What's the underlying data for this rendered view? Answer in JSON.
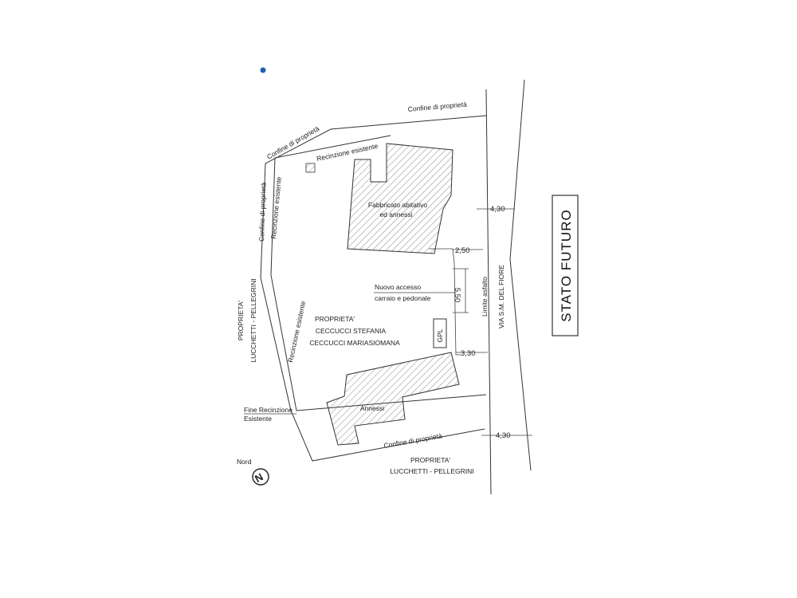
{
  "title": "STATO FUTURO",
  "labels": {
    "confine_top": "Confine di proprietà",
    "confine_nw": "Confine di proprietà",
    "confine_west": "Confine di proprietà",
    "confine_south": "Confine di proprietà",
    "recinzione_north": "Recinzione esistente",
    "recinzione_west1": "Recinzione esistente",
    "recinzione_west2": "Recinzione esistente",
    "fabbricato_line1": "Fabbricato abitativo",
    "fabbricato_line2": "ed annessi",
    "annessi": "Annessi",
    "accesso_line1": "Nuovo accesso",
    "accesso_line2": "carraio e pedonale",
    "gpl": "GPL",
    "limite_asfalto": "Limite asfalto",
    "via": "VIA S.M. DEL FIORE",
    "owner_center_line1": "PROPRIETA'",
    "owner_center_line2": "CECCUCCI STEFANIA",
    "owner_center_line3": "CECCUCCI MARIASIOMANA",
    "owner_west_line1": "PROPRIETA'",
    "owner_west_line2": "LUCCHETTI - PELLEGRINI",
    "owner_south_line1": "PROPRIETA'",
    "owner_south_line2": "LUCCHETTI - PELLEGRINI",
    "fine_recinzione_line1": "Fine Recinzione",
    "fine_recinzione_line2": "Esistente",
    "nord": "Nord",
    "north_symbol": "N"
  },
  "dimensions": {
    "road_width_north": "4,30",
    "road_width_south": "4,30",
    "setback_gate": "2,50",
    "gate_opening": "5,50",
    "setback_south": "3,30"
  }
}
